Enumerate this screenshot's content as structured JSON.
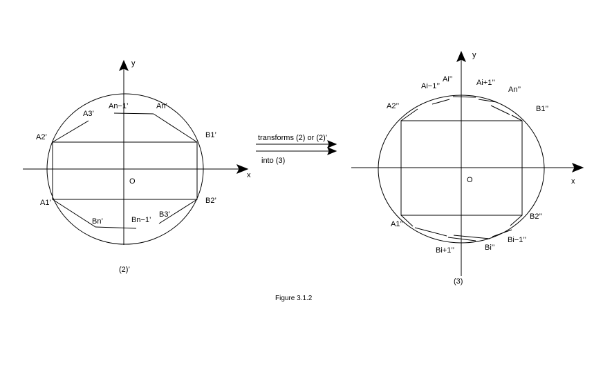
{
  "left": {
    "axis_x": "x",
    "axis_y": "y",
    "origin": "O",
    "label": "(2)’",
    "points": {
      "A1": "A1’",
      "A2": "A2’",
      "A3": "A3’",
      "An_1": "An−1’",
      "An": "An’",
      "B1": "B1’",
      "B2": "B2’",
      "B3": "B3’",
      "Bn_1": "Bn−1’",
      "Bn": "Bn’"
    }
  },
  "right": {
    "axis_x": "x",
    "axis_y": "y",
    "origin": "O",
    "label": "(3)",
    "points": {
      "A1": "A1’’",
      "A2": "A2’’",
      "Ai_1": "Ai−1’’",
      "Ai": "Ai’’",
      "Ai1": "Ai+1’’",
      "An": "An’’",
      "B1": "B1’’",
      "B2": "B2’’",
      "Bi_1": "Bi−1’’",
      "Bi": "Bi’’",
      "Bi1": "Bi+1’’"
    }
  },
  "transform": {
    "line1": "transforms (2) or (2)’",
    "line2": "into (3)"
  },
  "caption": "Figure 3.1.2"
}
